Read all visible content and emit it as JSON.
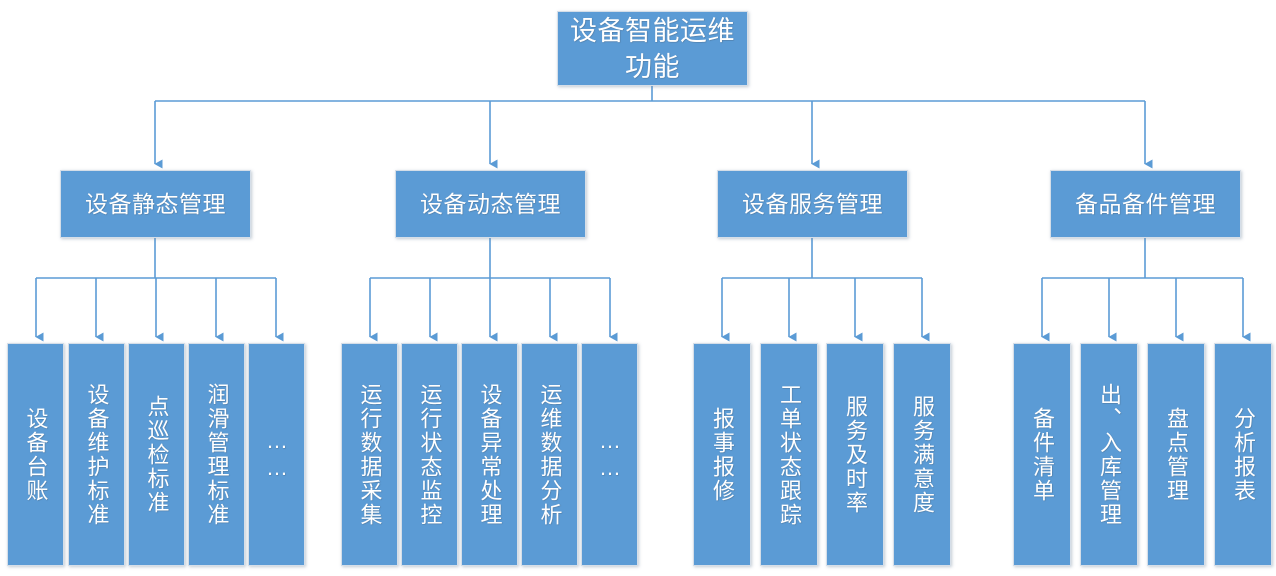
{
  "diagram": {
    "type": "org-chart",
    "title_node": {
      "label": "设备智能运维功能"
    },
    "accent_color": "#5B9BD5",
    "connector_color": "#5B9BD5",
    "text_color": "#FFFFFF",
    "background_color": "#FFFFFF",
    "branches": [
      {
        "label": "设备静态管理",
        "children": [
          {
            "label": "设备台账"
          },
          {
            "label": "设备维护标准"
          },
          {
            "label": "点巡检标准"
          },
          {
            "label": "润滑管理标准"
          },
          {
            "label": "……"
          }
        ]
      },
      {
        "label": "设备动态管理",
        "children": [
          {
            "label": "运行数据采集"
          },
          {
            "label": "运行状态监控"
          },
          {
            "label": "设备异常处理"
          },
          {
            "label": "运维数据分析"
          },
          {
            "label": "……"
          }
        ]
      },
      {
        "label": "设备服务管理",
        "children": [
          {
            "label": "报事报修"
          },
          {
            "label": "工单状态跟踪"
          },
          {
            "label": "服务及时率"
          },
          {
            "label": "服务满意度"
          }
        ]
      },
      {
        "label": "备品备件管理",
        "children": [
          {
            "label": "备件清单"
          },
          {
            "label": "出、入库管理"
          },
          {
            "label": "盘点管理"
          },
          {
            "label": "分析报表"
          }
        ]
      }
    ]
  }
}
